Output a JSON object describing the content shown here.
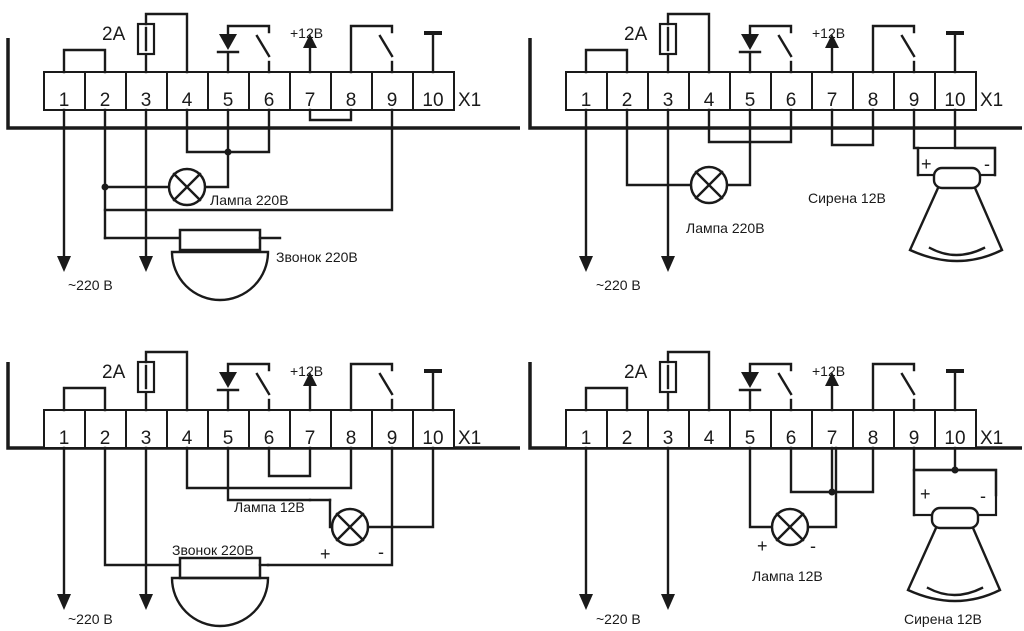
{
  "terminal_numbers": [
    "1",
    "2",
    "3",
    "4",
    "5",
    "6",
    "7",
    "8",
    "9",
    "10"
  ],
  "diagrams": [
    {
      "connector": "X1",
      "fuse": "2A",
      "supply": "+12В",
      "mains": "~220 В",
      "lamp": "Лампа 220В",
      "bell": "Звонок 220В"
    },
    {
      "connector": "X1",
      "fuse": "2A",
      "supply": "+12В",
      "mains": "~220 В",
      "lamp": "Лампа 220В",
      "siren": "Сирена 12В",
      "plus": "+",
      "minus": "-"
    },
    {
      "connector": "X1",
      "fuse": "2A",
      "supply": "+12В",
      "mains": "~220 В",
      "lamp": "Лампа 12В",
      "bell": "Звонок 220В",
      "plus": "+",
      "minus": "-"
    },
    {
      "connector": "X1",
      "fuse": "2A",
      "supply": "+12В",
      "mains": "~220 В",
      "lamp": "Лампа 12В",
      "siren": "Сирена 12В",
      "plus": "+",
      "minus": "-"
    }
  ]
}
